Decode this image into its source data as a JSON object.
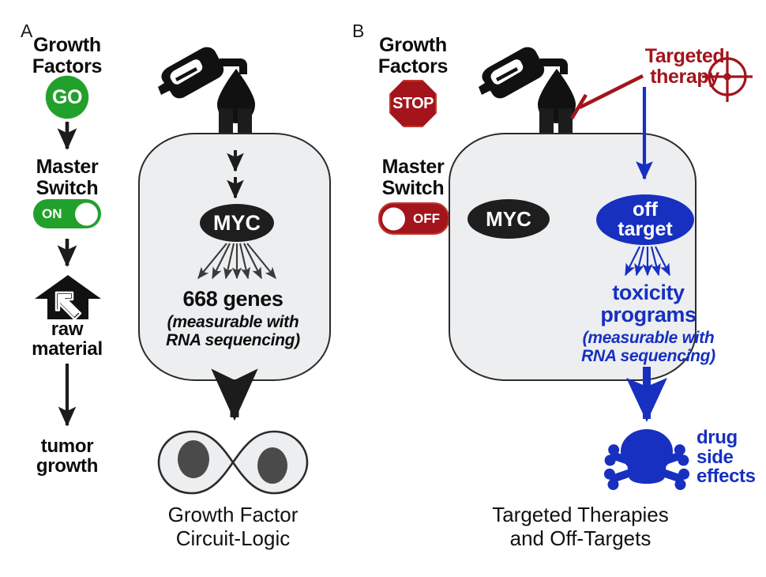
{
  "figure": {
    "background": "#ffffff",
    "colors": {
      "green": "#22a02c",
      "dark_red": "#a3141c",
      "blue": "#1730c0",
      "black": "#1c1c1c",
      "cell_fill": "#eceef0",
      "cell_stroke": "#2b2b2b",
      "nucleus_fill": "#4a4a4a"
    }
  },
  "panel_a": {
    "letter": "A",
    "caption": "Growth Factor\nCircuit-Logic",
    "left_column": {
      "growth_factors_label": "Growth\nFactors",
      "go_badge": "GO",
      "master_switch_label": "Master\nSwitch",
      "toggle_state": "ON",
      "raw_material_label": "raw\nmaterial",
      "tumor_growth_label": "tumor\ngrowth"
    },
    "cell": {
      "fuel_icon": "fuel-nozzle-icon",
      "drop_icon": "oil-drop-icon",
      "receptor": "membrane-receptor",
      "hub_label": "MYC",
      "fan_arrow_count": 7,
      "genes_title": "668 genes",
      "genes_subtitle": "(measurable with\nRNA sequencing)",
      "outcome_icon": "dividing-cell-icon"
    }
  },
  "panel_b": {
    "letter": "B",
    "caption": "Targeted Therapies\nand Off-Targets",
    "left_column": {
      "growth_factors_label": "Growth\nFactors",
      "stop_badge": "STOP",
      "master_switch_label": "Master\nSwitch",
      "toggle_state": "OFF"
    },
    "therapy": {
      "label": "Targeted\ntherapy",
      "target_icon": "crosshair-target-icon",
      "inhibition_icon": "inhibition-tbar"
    },
    "cell": {
      "fuel_icon": "fuel-nozzle-icon",
      "drop_icon": "oil-drop-icon",
      "receptor": "membrane-receptor",
      "myc_label": "MYC",
      "off_target_label": "off\ntarget",
      "fan_arrow_count": 5,
      "toxicity_title": "toxicity\nprograms",
      "toxicity_subtitle": "(measurable with\nRNA sequencing)",
      "outcome_icon": "skull-crossbones-icon",
      "outcome_label": "drug\nside\neffects"
    }
  }
}
